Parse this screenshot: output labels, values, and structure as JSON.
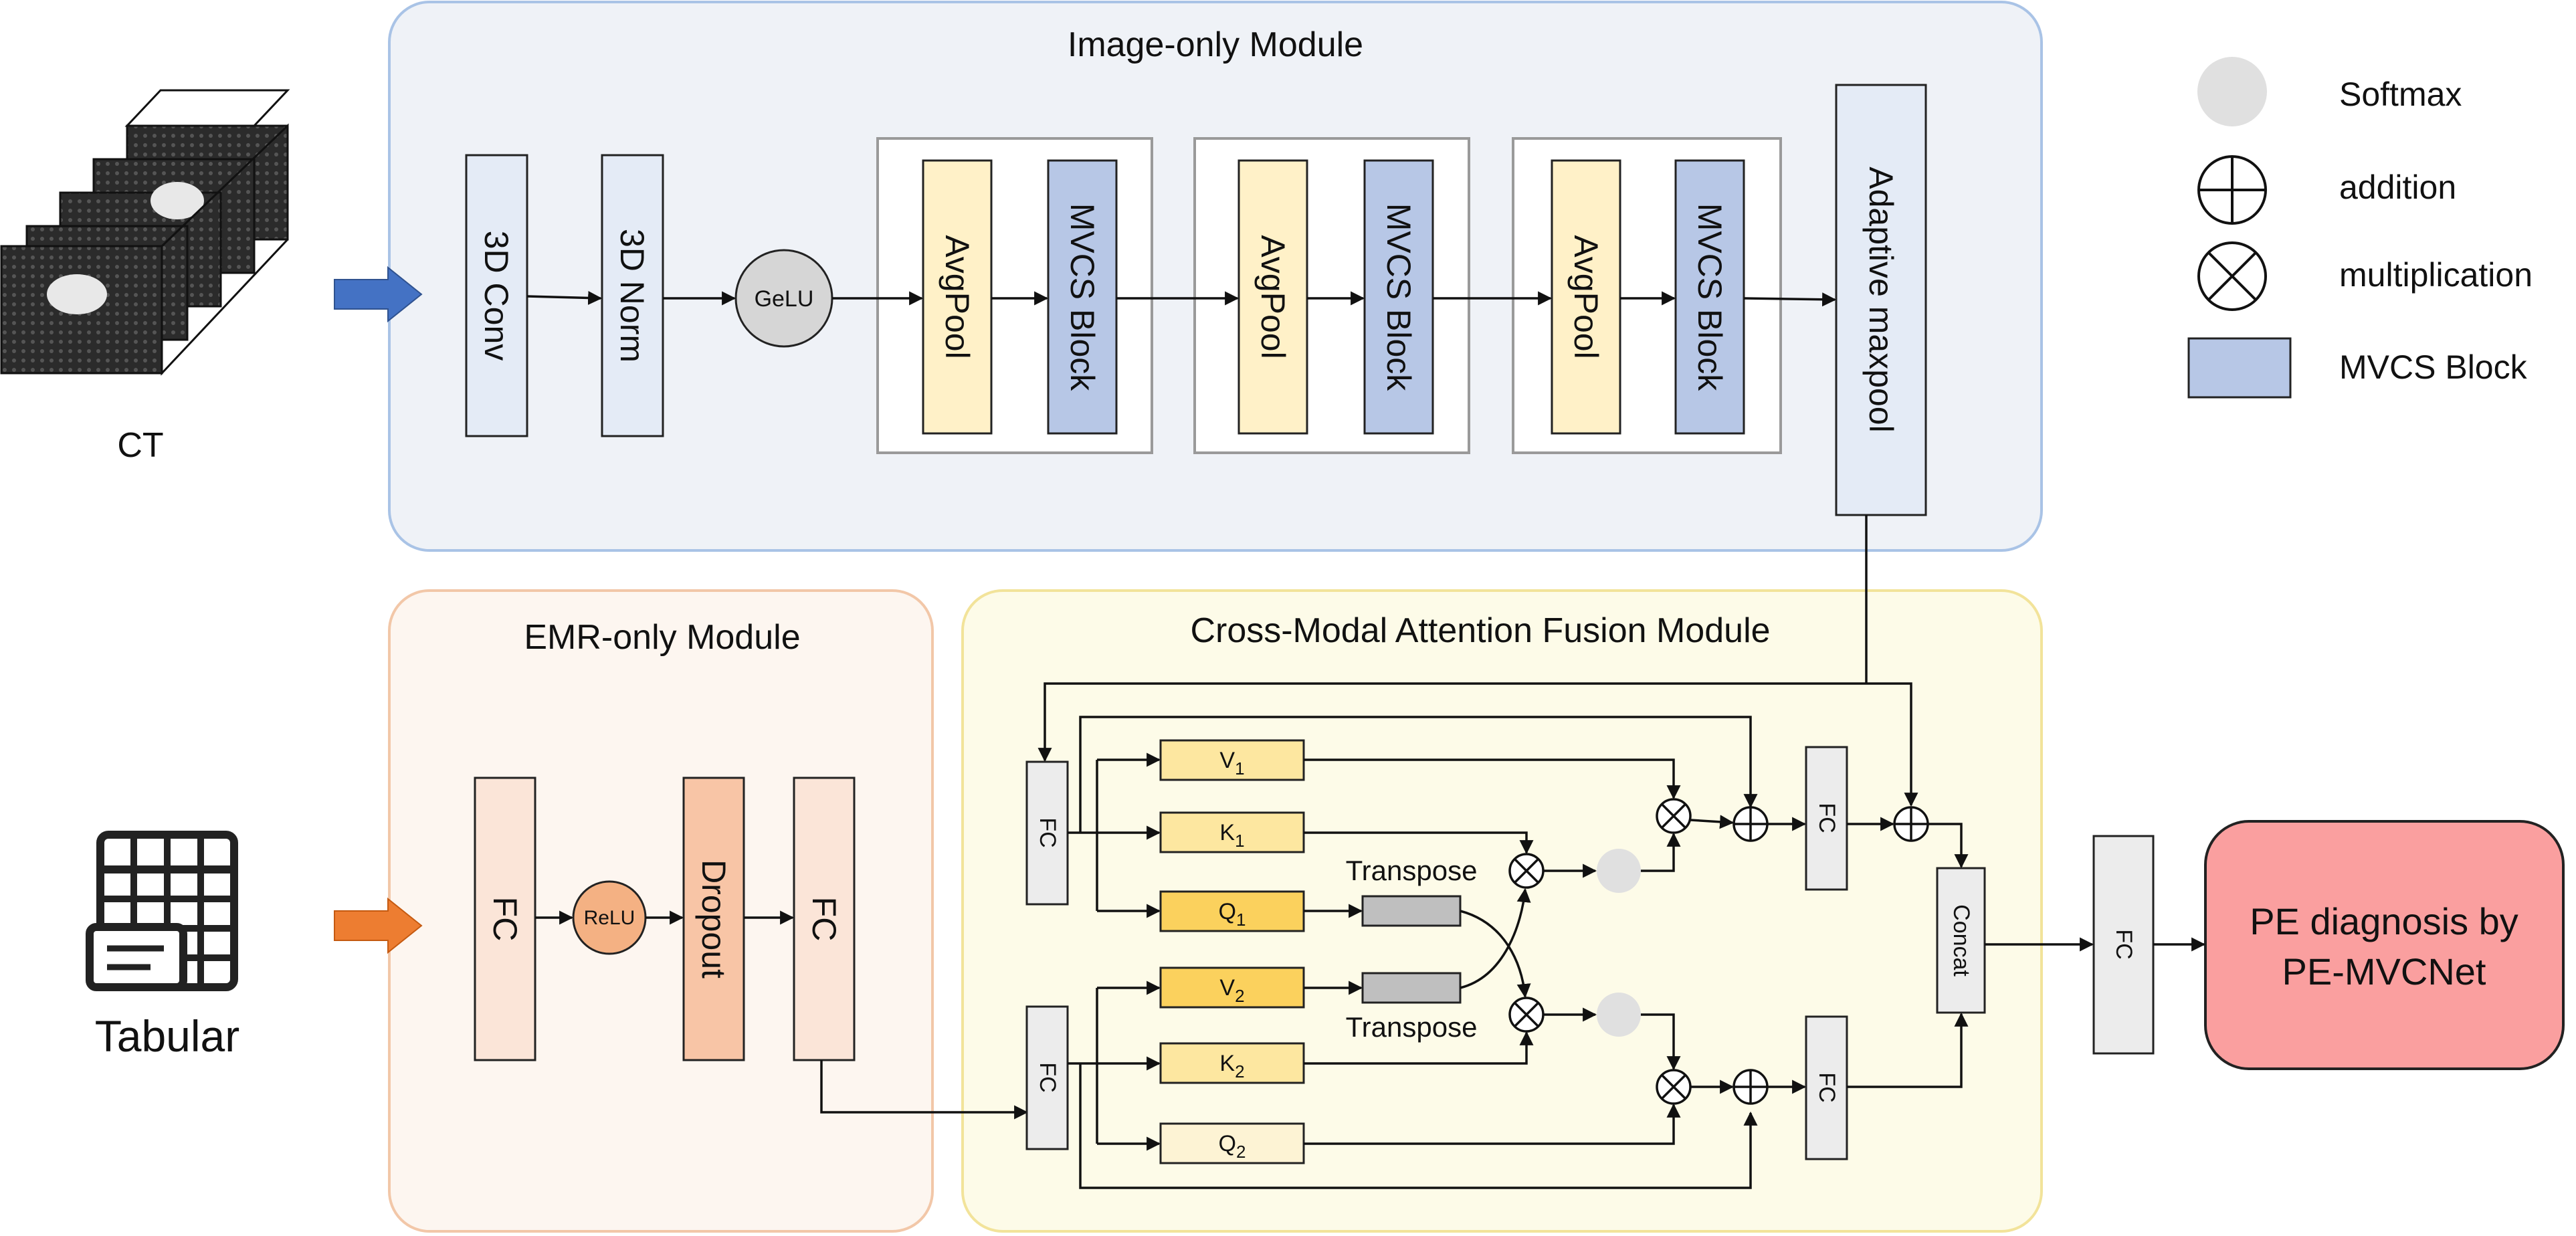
{
  "title": "",
  "inputs": {
    "ct_label": "CT",
    "tabular_label": "Tabular"
  },
  "image_module": {
    "title": "Image-only Module",
    "blocks": {
      "conv": "3D Conv",
      "norm": "3D Norm",
      "gelu": "GeLU",
      "avgpool": "AvgPool",
      "mvcs": "MVCS Block",
      "maxpool": "Adaptive maxpool"
    }
  },
  "emr_module": {
    "title": "EMR-only Module",
    "blocks": {
      "fc": "FC",
      "relu": "ReLU",
      "dropout": "Dropout"
    }
  },
  "fusion_module": {
    "title": "Cross-Modal Attention Fusion Module",
    "blocks": {
      "fc": "FC",
      "v": "V",
      "k": "K",
      "q": "Q",
      "sub1": "1",
      "sub2": "2",
      "transpose": "Transpose",
      "concat": "Concat"
    }
  },
  "output": {
    "fc": "FC",
    "diagnosis_line1": "PE diagnosis by",
    "diagnosis_line2": "PE-MVCNet"
  },
  "legend": {
    "softmax": "Softmax",
    "addition": "addition",
    "multiplication": "multiplication",
    "mvcs_block": "MVCS Block"
  },
  "colors": {
    "image_module_bg": "#eff2f7",
    "image_module_border": "#a9c3e6",
    "emr_module_bg": "#fdf6f0",
    "emr_module_border": "#f2c7a8",
    "fusion_module_bg": "#fdfbe8",
    "fusion_module_border": "#f2e39a",
    "mvcs_fill": "#b7c7e6",
    "avgpool_fill": "#fff1c8",
    "emr_fill": "#f8c5a6",
    "q_v_fill": "#fbd15d",
    "k_fill": "#fde7a0",
    "output_fill": "#fa9f9f",
    "blue_arrow": "#4472c4",
    "orange_arrow": "#ed7d31"
  },
  "icons": [
    "ct-slice-stack-icon",
    "table-document-icon",
    "softmax-circle-icon",
    "addition-icon",
    "multiplication-icon"
  ]
}
